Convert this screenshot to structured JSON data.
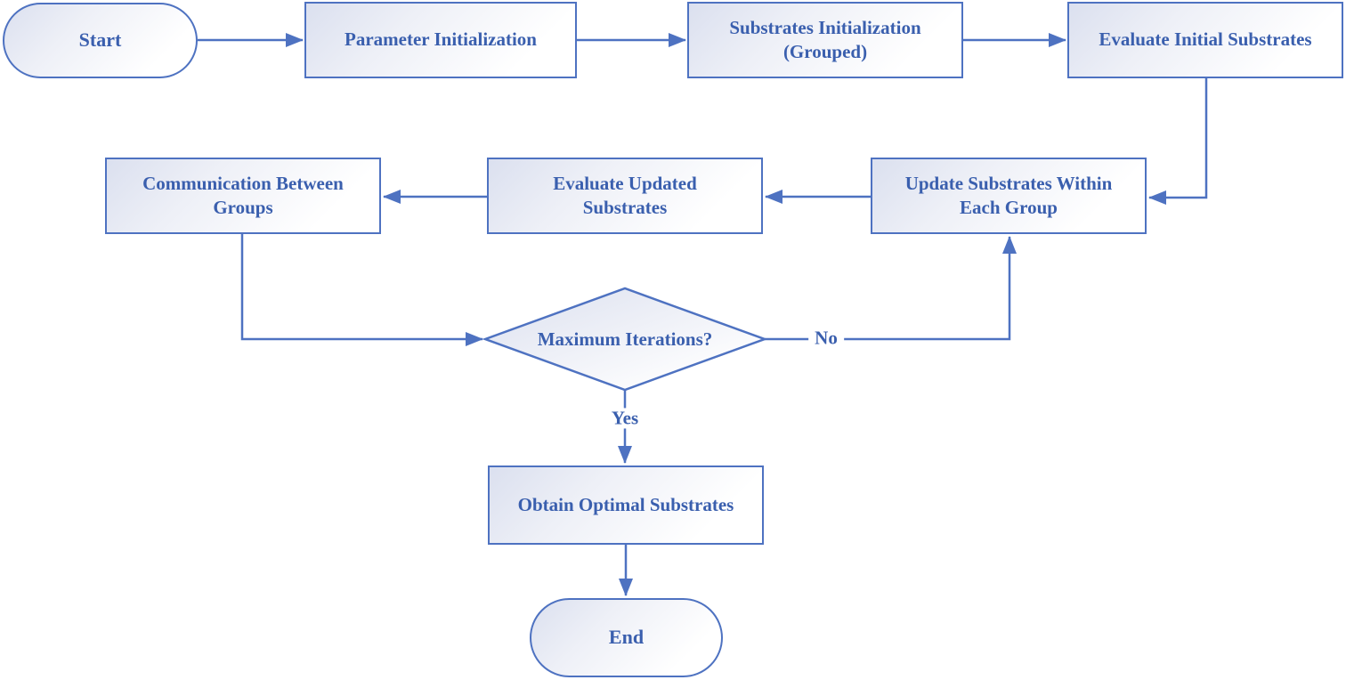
{
  "diagram": {
    "type": "flowchart",
    "colors": {
      "stroke": "#4e72c1",
      "text": "#3a5fae",
      "fill_gradient_start": "#dbe0ef",
      "fill_gradient_end": "#ffffff",
      "background": "#ffffff"
    },
    "nodes": {
      "start": {
        "shape": "terminator",
        "lines": [
          "Start"
        ]
      },
      "param_init": {
        "shape": "process",
        "lines": [
          "Parameter Initialization"
        ]
      },
      "substrates_init": {
        "shape": "process",
        "lines": [
          "Substrates Initialization",
          "(Grouped)"
        ]
      },
      "eval_initial": {
        "shape": "process",
        "lines": [
          "Evaluate Initial Substrates"
        ]
      },
      "update_substrates": {
        "shape": "process",
        "lines": [
          "Update Substrates Within",
          "Each Group"
        ]
      },
      "eval_updated": {
        "shape": "process",
        "lines": [
          "Evaluate Updated",
          "Substrates"
        ]
      },
      "communication": {
        "shape": "process",
        "lines": [
          "Communication Between",
          "Groups"
        ]
      },
      "decision": {
        "shape": "diamond",
        "lines": [
          "Maximum Iterations?"
        ]
      },
      "obtain": {
        "shape": "process",
        "lines": [
          "Obtain Optimal Substrates"
        ]
      },
      "end": {
        "shape": "terminator",
        "lines": [
          "End"
        ]
      }
    },
    "edge_labels": {
      "no": "No",
      "yes": "Yes"
    },
    "flow_order": [
      "Start",
      "Parameter Initialization",
      "Substrates Initialization (Grouped)",
      "Evaluate Initial Substrates",
      "Update Substrates Within Each Group",
      "Evaluate Updated Substrates",
      "Communication Between Groups",
      "Maximum Iterations?",
      "No -> Update Substrates Within Each Group",
      "Yes -> Obtain Optimal Substrates",
      "End"
    ]
  }
}
